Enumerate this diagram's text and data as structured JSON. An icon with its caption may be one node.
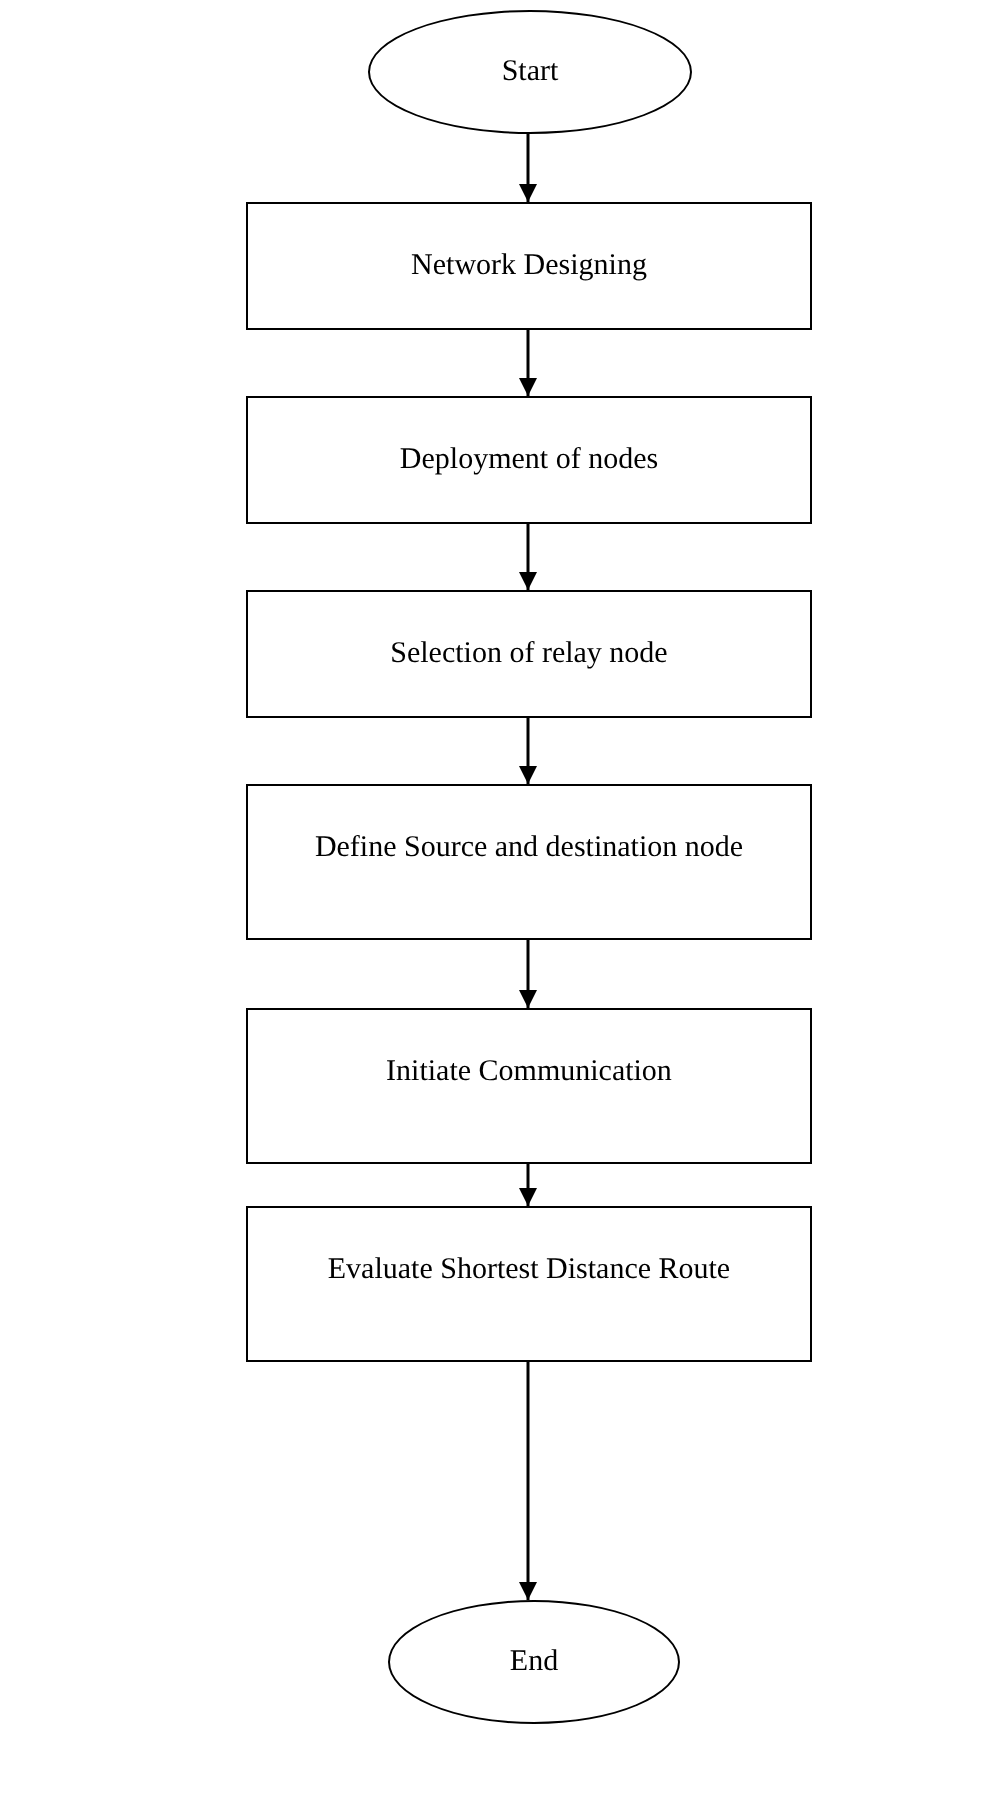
{
  "diagram": {
    "nodes": [
      {
        "text": [
          "Start"
        ]
      },
      {
        "text": [
          "Network Designing"
        ]
      },
      {
        "text": [
          "Deployment of nodes"
        ]
      },
      {
        "text": [
          "Selection of relay node"
        ]
      },
      {
        "text": [
          "Define Source and destination node"
        ]
      },
      {
        "text": [
          "Initiate Communication"
        ]
      },
      {
        "text": [
          "Evaluate Shortest Distance Route"
        ]
      },
      {
        "text": [
          "End"
        ]
      }
    ],
    "edges": [
      {
        "from": 0,
        "to": 1,
        "arrow": "to"
      },
      {
        "from": 1,
        "to": 2,
        "arrow": "to"
      },
      {
        "from": 2,
        "to": 3,
        "arrow": "to"
      },
      {
        "from": 3,
        "to": 4,
        "arrow": "to"
      },
      {
        "from": 4,
        "to": 5,
        "arrow": "to"
      },
      {
        "from": 5,
        "to": 6,
        "arrow": "to"
      },
      {
        "from": 6,
        "to": 7,
        "arrow": "to"
      }
    ]
  }
}
